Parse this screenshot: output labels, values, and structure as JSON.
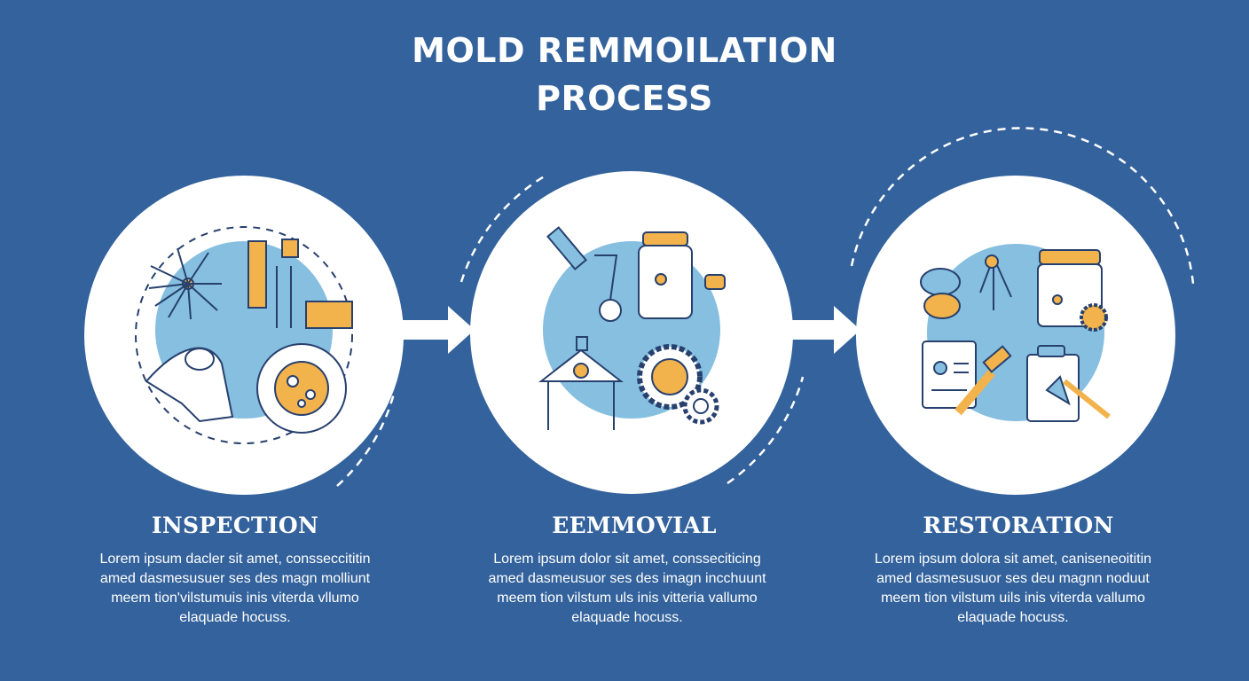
{
  "title": {
    "line1": "MOLD REMMOILATION",
    "line2": "PROCESS"
  },
  "colors": {
    "background": "#33629c",
    "circle": "#ffffff",
    "accent_blue": "#86bfe0",
    "accent_orange": "#f2b24c",
    "stroke": "#27406e"
  },
  "steps": [
    {
      "title": "INSPECTION",
      "text": [
        "Lorem ipsum dacler sit amet, consseccititin",
        "amed dasmesusuer ses des magn molliunt",
        "meem tion'vilstumuis inis viterda vllumo",
        "elaquade hocuss."
      ],
      "icons": [
        "mold-spores-icon",
        "test-tube-technician-icon",
        "hand-sample-icon",
        "petri-dish-icon"
      ]
    },
    {
      "title": "EEMMOVIAL",
      "text": [
        "Lorem ipsum dolor sit amet, consseciticing",
        "amed dasmeusuor ses des imagn incchuunt",
        "meem tion vilstum uls inis vitteria vallumo",
        "elaquade hocuss."
      ],
      "icons": [
        "spray-nozzle-icon",
        "cleaning-jar-icon",
        "containment-tent-icon",
        "gear-mold-icon"
      ]
    },
    {
      "title": "RESTORATION",
      "text": [
        "Lorem ipsum dolora sit amet, caniseneoititin",
        "amed dasmesusuor ses deu magnn noduut",
        "meem tion vilstum uils inis viterda vallumo",
        "elaquade hocuss."
      ],
      "icons": [
        "air-quality-cloud-icon",
        "supply-container-icon",
        "report-hammer-icon",
        "clipboard-hand-icon"
      ]
    }
  ]
}
